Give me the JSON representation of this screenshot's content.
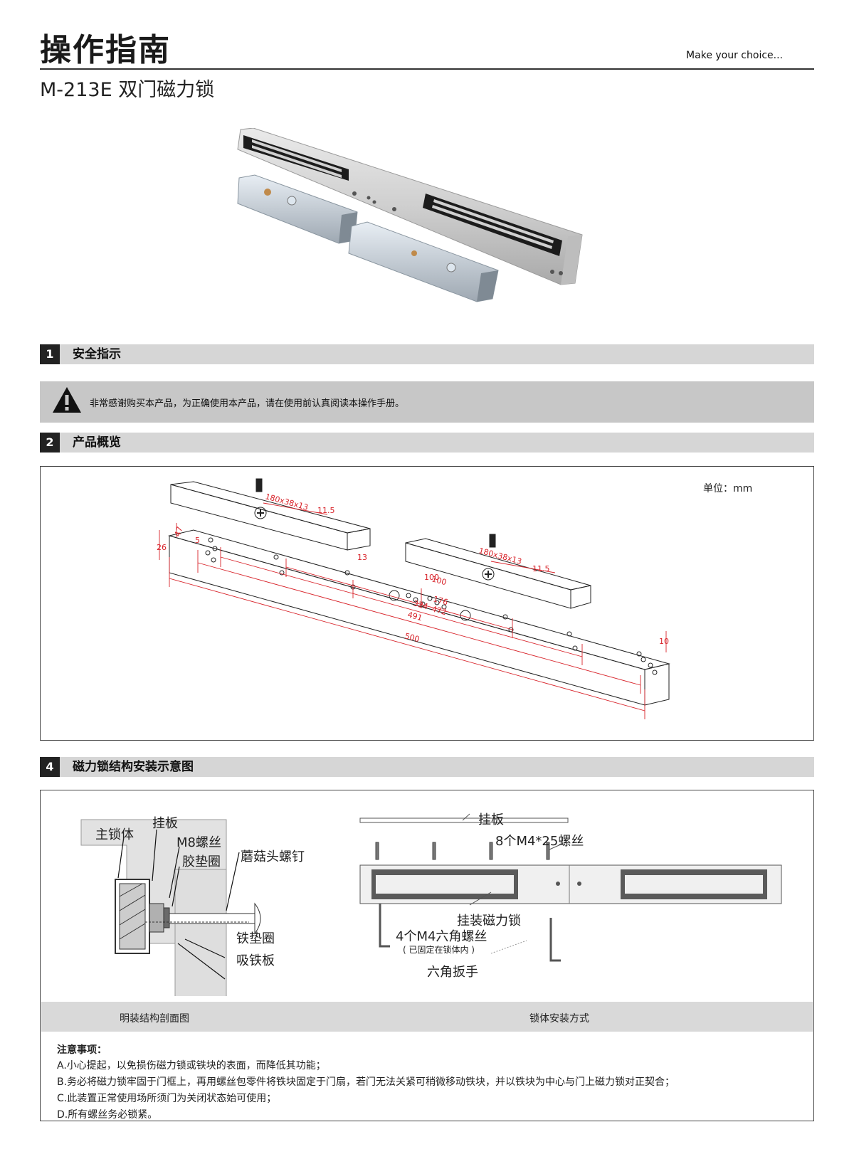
{
  "header": {
    "title": "操作指南",
    "tagline": "Make  your choice...",
    "subtitle": "M-213E 双门磁力锁"
  },
  "sections": [
    {
      "number": "1",
      "title": "安全指示"
    },
    {
      "number": "2",
      "title": "产品概览"
    },
    {
      "number": "4",
      "title": "磁力锁结构安装示意图"
    }
  ],
  "safety": {
    "icon": "warning-triangle-icon",
    "text": "非常感谢购买本产品，为正确使用本产品，请在使用前认真阅读本操作手册。"
  },
  "overview": {
    "unit": "单位：mm",
    "dimensions": {
      "plate_top": "180x38x13",
      "plate_top_thick": "11.5",
      "plate_right": "180x38x13",
      "plate_right_thick": "11.5",
      "d47": "47",
      "d26": "26",
      "d5": "5",
      "d13": "13",
      "d100": "100",
      "d100b": "100",
      "d176": "176",
      "d324": "324",
      "d472": "472",
      "d491": "491",
      "d500": "500",
      "d10": "10"
    }
  },
  "installation": {
    "left_labels": {
      "main_body": "主锁体",
      "hanger": "挂板",
      "m8_screw": "M8螺丝",
      "rubber_ring": "胶垫圈",
      "mushroom_screw": "蘑菇头螺钉",
      "iron_washer": "铁垫圈",
      "armature": "吸铁板"
    },
    "right_labels": {
      "hanger": "挂板",
      "screws": "8个M4*25螺丝",
      "mount_lock": "挂装磁力锁",
      "hex_screws": "4个M4六角螺丝",
      "hex_note": "( 已固定在锁体内 )",
      "hex_wrench": "六角扳手"
    },
    "captions": {
      "left": "明装结构剖面图",
      "right": "锁体安装方式"
    }
  },
  "notes": {
    "title": "注意事项：",
    "items": [
      "A.小心提起，以免损伤磁力锁或铁块的表面，而降低其功能；",
      "B.务必将磁力锁牢固于门框上，再用螺丝包零件将铁块固定于门扇，若门无法关紧可稍微移动铁块，并以铁块为中心与门上磁力锁对正契合；",
      "C.此装置正常使用场所须门为关闭状态始可使用；",
      "D.所有螺丝务必锁紧。"
    ]
  }
}
